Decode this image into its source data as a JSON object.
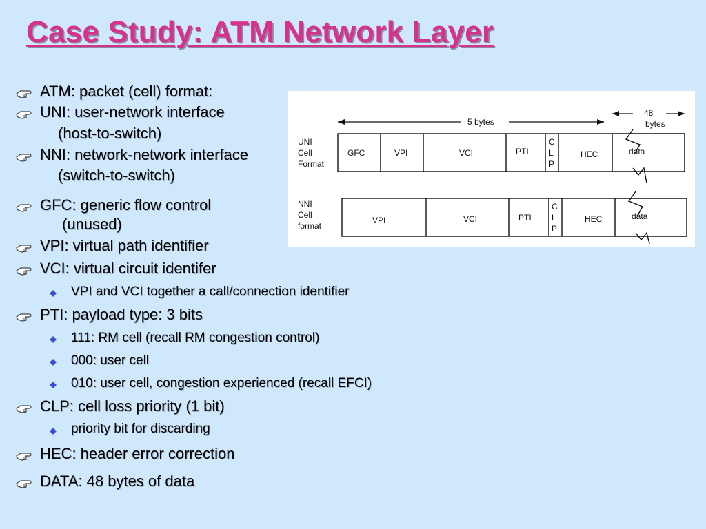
{
  "title": "Case Study: ATM Network Layer",
  "bullets": [
    {
      "text": "ATM: packet (cell) format:"
    },
    {
      "text": "UNI: user-network interface"
    },
    {
      "text": "(host-to-switch)"
    },
    {
      "text": "NNI: network-network interface"
    },
    {
      "text": "(switch-to-switch)"
    },
    {
      "text": "GFC: generic flow control"
    },
    {
      "text": "(unused)"
    },
    {
      "text": "VPI: virtual path identifier"
    },
    {
      "text": "VCI: virtual circuit identifer"
    },
    {
      "text": "VPI and VCI together a call/connection identifier"
    },
    {
      "text": "PTI: payload type: 3 bits"
    },
    {
      "text": "111: RM cell (recall RM congestion control)"
    },
    {
      "text": "000: user cell"
    },
    {
      "text": "010: user cell, congestion experienced (recall EFCI)"
    },
    {
      "text": "CLP: cell loss priority (1 bit)"
    },
    {
      "text": "priority bit for discarding"
    },
    {
      "text": "HEC: header error correction"
    },
    {
      "text": "DATA: 48 bytes of data"
    }
  ],
  "diagram": {
    "five_bytes": "5 bytes",
    "forty_eight": "48",
    "bytes": "bytes",
    "uni_label": [
      "UNI",
      "Cell",
      "Format"
    ],
    "nni_label": [
      "NNI",
      "Cell",
      "format"
    ],
    "uni_fields": [
      "GFC",
      "VPI",
      "VCI",
      "PTI",
      "C",
      "L",
      "P",
      "HEC",
      "data"
    ],
    "nni_fields": [
      "VPI",
      "VCI",
      "PTI",
      "C",
      "L",
      "P",
      "HEC",
      "data"
    ]
  },
  "colors": {
    "background": "#cfe8fb",
    "title": "#d6328c",
    "diamond": "#3a4fd0"
  },
  "icons": {
    "level1_bullet": "pointing-hand-icon",
    "level2_bullet": "diamond-bullet-icon"
  }
}
